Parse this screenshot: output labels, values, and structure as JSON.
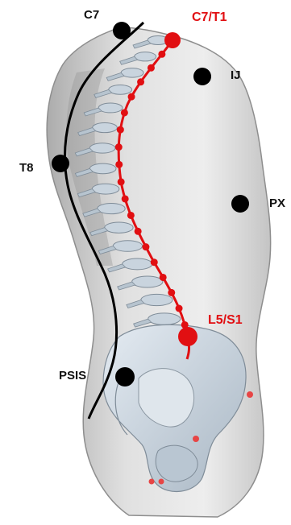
{
  "labels": {
    "c7": "C7",
    "c7t1": "C7/T1",
    "ij": "IJ",
    "t8": "T8",
    "px": "PX",
    "l5s1": "L5/S1",
    "psis": "PSIS"
  },
  "colors": {
    "spine_line": "#e10f12",
    "back_line": "#000000",
    "marker": "#000000",
    "torso": "#bdbdbd",
    "bone": "#c9d4de",
    "label_red": "#e10f12",
    "label_black": "#111111"
  }
}
